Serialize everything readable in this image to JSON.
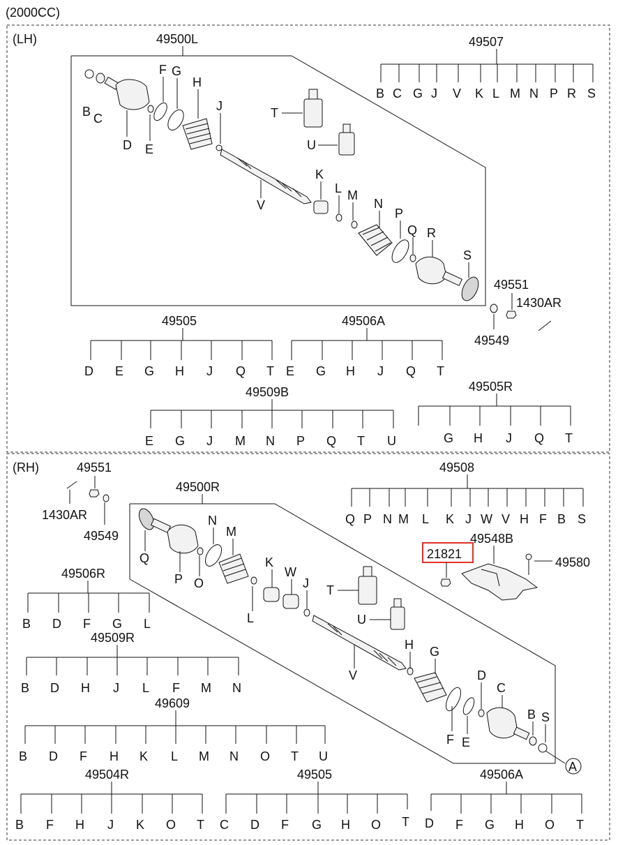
{
  "header": {
    "engine": "(2000CC)"
  },
  "sections": {
    "lh": "(LH)",
    "rh": "(RH)"
  },
  "highlight_color": "#e0302a",
  "lh": {
    "assembly": "49500L",
    "boot_kit": {
      "code": "49507",
      "items": [
        "B",
        "C",
        "G",
        "J",
        "V",
        "K",
        "L",
        "M",
        "N",
        "P",
        "R",
        "S"
      ]
    },
    "part_letters": [
      "B",
      "C",
      "D",
      "E",
      "F",
      "G",
      "H",
      "J",
      "T",
      "U",
      "V",
      "K",
      "L",
      "M",
      "N",
      "P",
      "Q",
      "R",
      "S"
    ],
    "hardware": {
      "nut": "49551",
      "pin": "1430AR",
      "washer": "49549"
    },
    "kit_49505": {
      "code": "49505",
      "items": [
        "D",
        "E",
        "G",
        "H",
        "J",
        "Q",
        "T"
      ]
    },
    "kit_49506A": {
      "code": "49506A",
      "items": [
        "E",
        "G",
        "H",
        "J",
        "Q",
        "T"
      ]
    },
    "kit_49509B": {
      "code": "49509B",
      "items": [
        "E",
        "G",
        "J",
        "M",
        "N",
        "P",
        "Q",
        "T",
        "U"
      ]
    },
    "kit_49505R": {
      "code": "49505R",
      "items": [
        "G",
        "H",
        "J",
        "Q",
        "T"
      ]
    }
  },
  "rh": {
    "assembly": "49500R",
    "hardware": {
      "nut": "49551",
      "pin": "1430AR",
      "washer": "49549"
    },
    "boot_kit": {
      "code": "49508",
      "items": [
        "Q",
        "P",
        "N",
        "M",
        "L",
        "K",
        "J",
        "W",
        "V",
        "H",
        "F",
        "B",
        "S"
      ]
    },
    "bracket": {
      "code": "49548B",
      "bolt": "49580",
      "highlighted_part": "21821"
    },
    "part_letters": [
      "Q",
      "P",
      "O",
      "N",
      "M",
      "L",
      "K",
      "W",
      "J",
      "T",
      "U",
      "H",
      "G",
      "V",
      "D",
      "C",
      "F",
      "E",
      "B",
      "S"
    ],
    "callout": "A",
    "kit_49506R": {
      "code": "49506R",
      "items": [
        "B",
        "D",
        "F",
        "G",
        "L"
      ]
    },
    "kit_49509R": {
      "code": "49509R",
      "items": [
        "B",
        "D",
        "H",
        "J",
        "L",
        "F",
        "M",
        "N"
      ]
    },
    "kit_49609": {
      "code": "49609",
      "items": [
        "B",
        "D",
        "F",
        "H",
        "K",
        "L",
        "M",
        "N",
        "O",
        "T",
        "U"
      ]
    },
    "kit_49504R": {
      "code": "49504R",
      "items": [
        "B",
        "F",
        "H",
        "J",
        "K",
        "O",
        "T"
      ]
    },
    "kit_49505": {
      "code": "49505",
      "items": [
        "C",
        "D",
        "F",
        "G",
        "H",
        "O",
        "T"
      ]
    },
    "kit_49506A": {
      "code": "49506A",
      "items": [
        "D",
        "F",
        "G",
        "H",
        "O",
        "T"
      ]
    }
  }
}
